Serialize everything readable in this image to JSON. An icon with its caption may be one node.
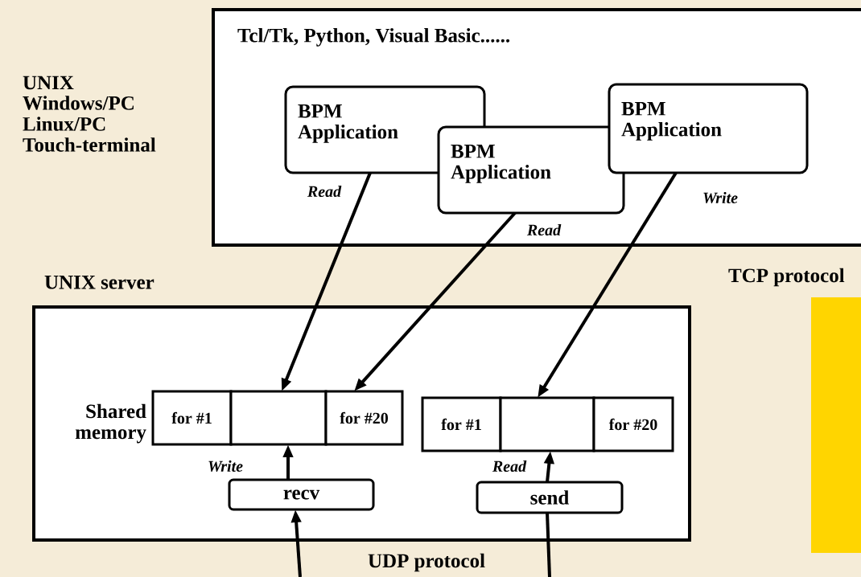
{
  "diagram": {
    "nodes": [
      {
        "text": [
          "Tcl/Tk, Python, Visual Basic......"
        ]
      },
      {
        "text": [
          "BPM Application"
        ],
        "in": 0
      },
      {
        "text": [
          "BPM Application"
        ],
        "in": 0
      },
      {
        "text": [
          "BPM Application"
        ],
        "in": 0
      },
      {
        "text": [
          "UNIX server"
        ]
      },
      {
        "text": [
          "for #1"
        ],
        "in": 4
      },
      {
        "text": [],
        "shape": "box",
        "in": 4
      },
      {
        "text": [
          "for #20"
        ],
        "in": 4
      },
      {
        "text": [
          "for #1"
        ],
        "in": 4
      },
      {
        "text": [],
        "shape": "box",
        "in": 4
      },
      {
        "text": [
          "for #20"
        ],
        "in": 4
      },
      {
        "text": [
          "recv"
        ],
        "in": 4
      },
      {
        "text": [
          "send"
        ],
        "in": 4
      }
    ],
    "edges": [
      {
        "from": 1,
        "to": 6,
        "arrow": "to",
        "label": "Read"
      },
      {
        "from": 2,
        "to": 7,
        "arrow": "to",
        "label": "Read"
      },
      {
        "from": 3,
        "to": 9,
        "arrow": "to",
        "label": "Write"
      },
      {
        "from": 11,
        "to": 6,
        "arrow": "to",
        "label": "Write"
      },
      {
        "from": 12,
        "to": 9,
        "arrow": "to",
        "label": "Read"
      },
      {
        "from": null,
        "to": 11,
        "arrow": "to"
      },
      {
        "from": 12,
        "to": null,
        "arrow": "none"
      }
    ],
    "labels": [
      "UNIX",
      "Windows/PC",
      "Linux/PC",
      "Touch-terminal",
      "TCP protocol",
      "Shared memory",
      "UDP protocol"
    ]
  }
}
